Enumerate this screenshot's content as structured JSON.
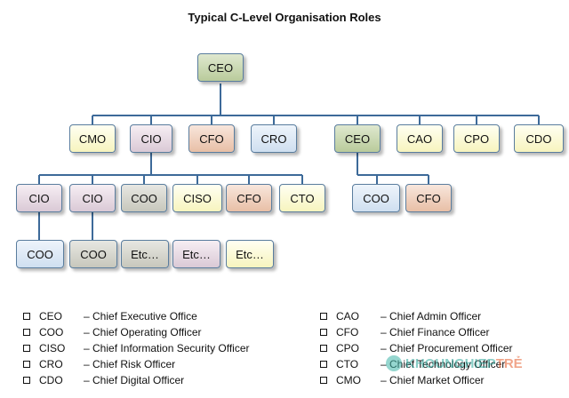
{
  "title": "Typical C-Level Organisation Roles",
  "nodes": {
    "root": "CEO",
    "l1": [
      "CMO",
      "CIO",
      "CFO",
      "CRO",
      "CEO",
      "CAO",
      "CPO",
      "CDO"
    ],
    "l2_left": [
      "CIO",
      "CIO",
      "COO",
      "CISO",
      "CFO",
      "CTO"
    ],
    "l2_right": [
      "COO",
      "CFO"
    ],
    "l3": [
      "COO",
      "COO",
      "Etc…",
      "Etc…",
      "Etc…"
    ]
  },
  "legend_left": [
    {
      "abbr": "CEO",
      "full": "– Chief Executive Office"
    },
    {
      "abbr": "COO",
      "full": "– Chief Operating Officer"
    },
    {
      "abbr": "CISO",
      "full": "– Chief Information Security Officer"
    },
    {
      "abbr": "CRO",
      "full": "– Chief Risk Officer"
    },
    {
      "abbr": "CDO",
      "full": "– Chief Digital Officer"
    }
  ],
  "legend_right": [
    {
      "abbr": "CAO",
      "full": "– Chief Admin Officer"
    },
    {
      "abbr": "CFO",
      "full": "– Chief Finance Officer"
    },
    {
      "abbr": "CPO",
      "full": "– Chief Procurement Officer"
    },
    {
      "abbr": "CTO",
      "full": "– Chief Technology Officer"
    },
    {
      "abbr": "CMO",
      "full": "– Chief Market Officer"
    }
  ],
  "watermark": {
    "part1": "KHOUNGHIEP",
    "part2": "TRẺ"
  },
  "colors": {
    "line": "#3d6a99",
    "yellow": "#f7f4be",
    "purple": "#dac9d6",
    "orange": "#e8bfa6",
    "green": "#b9cb9b",
    "gray": "#c7c7bc",
    "blue": "#cfdff0"
  }
}
